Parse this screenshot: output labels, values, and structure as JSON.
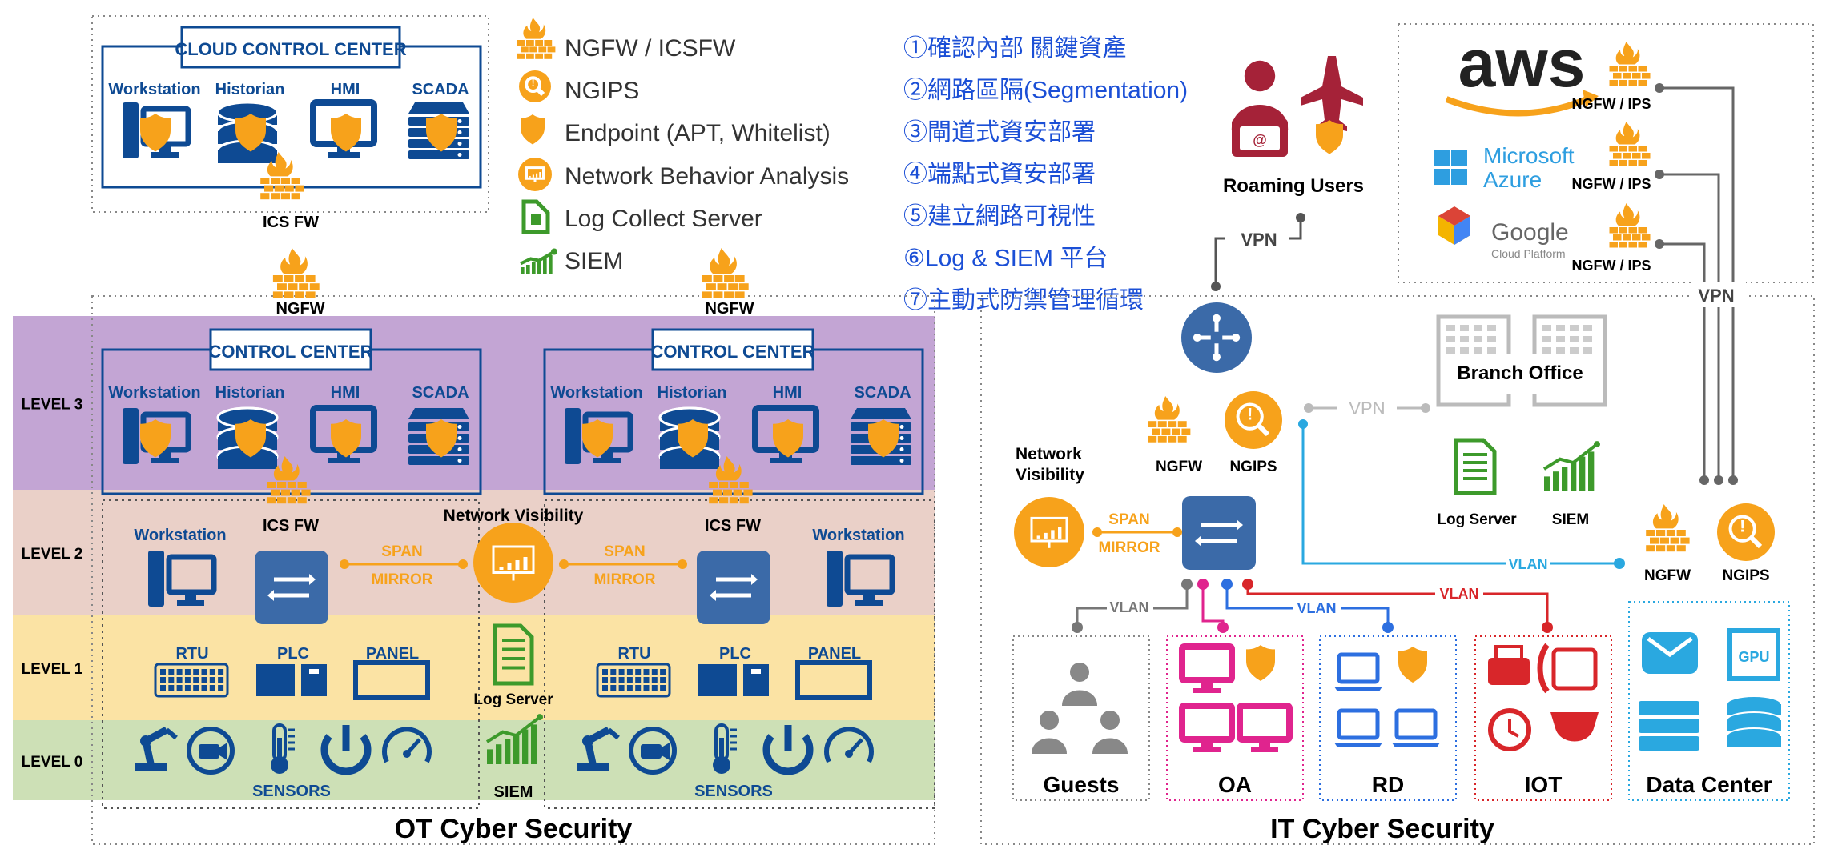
{
  "legend": {
    "items": [
      {
        "label": "NGFW / ICSFW",
        "icon": "firewall-icon"
      },
      {
        "label": "NGIPS",
        "icon": "ngips-icon"
      },
      {
        "label": "Endpoint (APT, Whitelist)",
        "icon": "shield-icon"
      },
      {
        "label": "Network Behavior Analysis",
        "icon": "nba-icon"
      },
      {
        "label": "Log Collect Server",
        "icon": "document-icon"
      },
      {
        "label": "SIEM",
        "icon": "siem-chart-icon"
      }
    ]
  },
  "steps": [
    "①確認內部 關鍵資產",
    "②網路區隔(Segmentation)",
    "③閘道式資安部署",
    "④端點式資安部署",
    "⑤建立網路可視性",
    "⑥Log & SIEM 平台",
    "⑦主動式防禦管理循環"
  ],
  "cloud_control": {
    "title": "CLOUD CONTROL CENTER",
    "assets": [
      "Workstation",
      "Historian",
      "HMI",
      "SCADA"
    ],
    "fw_label": "ICS FW"
  },
  "ot": {
    "title": "OT Cyber Security",
    "levels": [
      "LEVEL 3",
      "LEVEL 2",
      "LEVEL 1",
      "LEVEL 0"
    ],
    "ngfw_label": "NGFW",
    "control_title": "CONTROL CENTER",
    "assets": [
      "Workstation",
      "Historian",
      "HMI",
      "SCADA"
    ],
    "ics_fw": "ICS FW",
    "workstation": "Workstation",
    "span": "SPAN",
    "mirror": "MIRROR",
    "network_visibility": "Network Visibility",
    "log_server": "Log Server",
    "siem": "SIEM",
    "rtu": "RTU",
    "plc": "PLC",
    "panel": "PANEL",
    "sensors": "SENSORS"
  },
  "it": {
    "title": "IT Cyber Security",
    "roaming": "Roaming Users",
    "vpn": "VPN",
    "ngfw": "NGFW",
    "ngips": "NGIPS",
    "branch_office": "Branch Office",
    "log_server": "Log Server",
    "siem": "SIEM",
    "network_visibility": "Network\nVisibility",
    "span": "SPAN",
    "mirror": "MIRROR",
    "vlan": "VLAN",
    "zones": [
      "Guests",
      "OA",
      "RD",
      "IOT",
      "Data Center"
    ]
  },
  "cloud": {
    "providers": [
      {
        "name": "aws",
        "fw": "NGFW / IPS"
      },
      {
        "name": "Microsoft Azure",
        "line1": "Microsoft",
        "line2": "Azure",
        "fw": "NGFW / IPS"
      },
      {
        "name": "Google Cloud Platform",
        "line1": "Google",
        "line2": "Cloud Platform",
        "fw": "NGFW / IPS"
      }
    ],
    "vpn": "VPN"
  },
  "colors": {
    "orange": "#f7a21b",
    "navy": "#0e4a93",
    "purple": "#c3a5d4",
    "pink": "#ead0c8",
    "yellow": "#fbe3a4",
    "green": "#cde0b6",
    "magenta": "#e0248e",
    "blue": "#2d6fe0",
    "red": "#d8262a",
    "it_gray": "#777777",
    "cyan": "#2aa8e0",
    "step_blue": "#1b4fd6"
  }
}
